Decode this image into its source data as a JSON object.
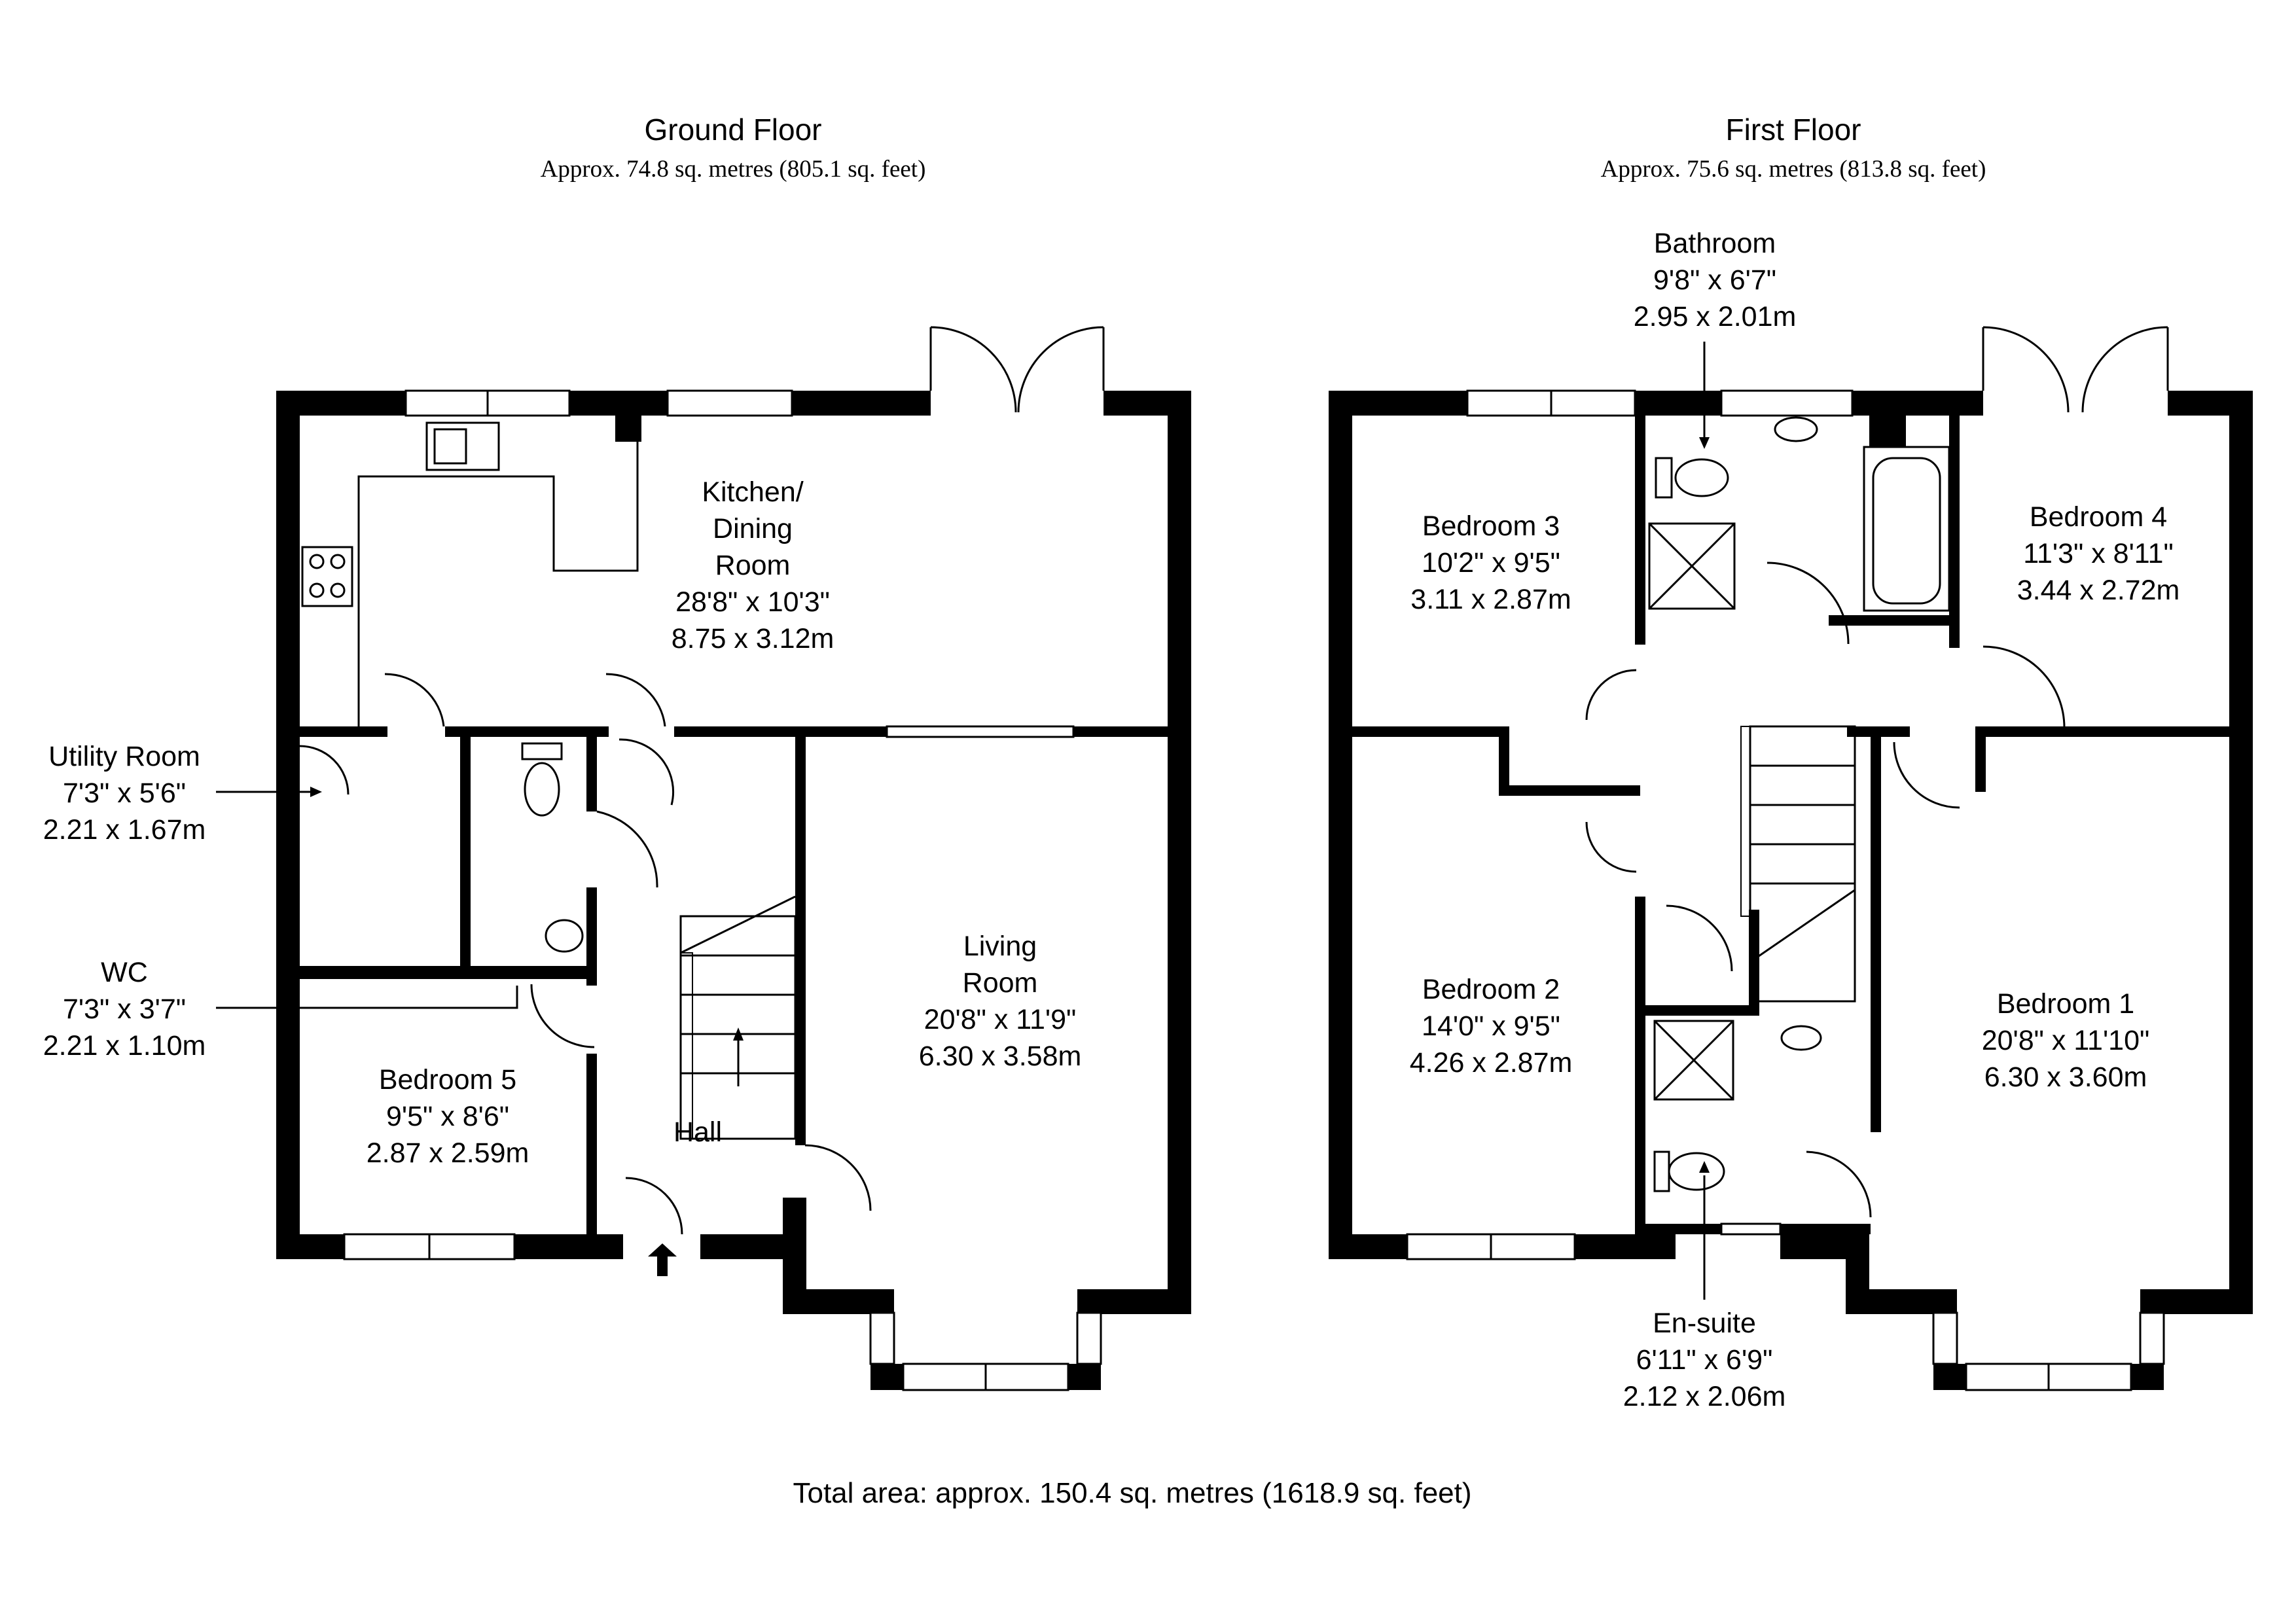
{
  "ground_floor": {
    "title": "Ground Floor",
    "area": "Approx. 74.8 sq. metres (805.1 sq. feet)",
    "rooms": [
      {
        "name": "Kitchen/",
        "name2": "Dining",
        "name3": "Room",
        "imperial": "28'8\" x 10'3\"",
        "metric": "8.75 x 3.12m"
      },
      {
        "name": "Living",
        "name2": "Room",
        "imperial": "20'8\" x 11'9\"",
        "metric": "6.30 x 3.58m"
      },
      {
        "name": "Bedroom 5",
        "imperial": "9'5\" x 8'6\"",
        "metric": "2.87 x 2.59m"
      },
      {
        "name": "Hall"
      },
      {
        "name": "Utility Room",
        "imperial": "7'3\" x 5'6\"",
        "metric": "2.21 x 1.67m"
      },
      {
        "name": "WC",
        "imperial": "7'3\" x 3'7\"",
        "metric": "2.21 x 1.10m"
      }
    ]
  },
  "first_floor": {
    "title": "First Floor",
    "area": "Approx. 75.6 sq. metres (813.8 sq. feet)",
    "rooms": [
      {
        "name": "Bathroom",
        "imperial": "9'8\" x 6'7\"",
        "metric": "2.95 x 2.01m"
      },
      {
        "name": "Bedroom 3",
        "imperial": "10'2\" x 9'5\"",
        "metric": "3.11 x 2.87m"
      },
      {
        "name": "Bedroom 4",
        "imperial": "11'3\" x 8'11\"",
        "metric": "3.44 x 2.72m"
      },
      {
        "name": "Bedroom 2",
        "imperial": "14'0\" x 9'5\"",
        "metric": "4.26 x 2.87m"
      },
      {
        "name": "Bedroom 1",
        "imperial": "20'8\" x 11'10\"",
        "metric": "6.30 x 3.60m"
      },
      {
        "name": "En-suite",
        "imperial": "6'11\" x 6'9\"",
        "metric": "2.12 x 2.06m"
      }
    ]
  },
  "total_area": "Total area: approx. 150.4 sq. metres (1618.9 sq. feet)"
}
